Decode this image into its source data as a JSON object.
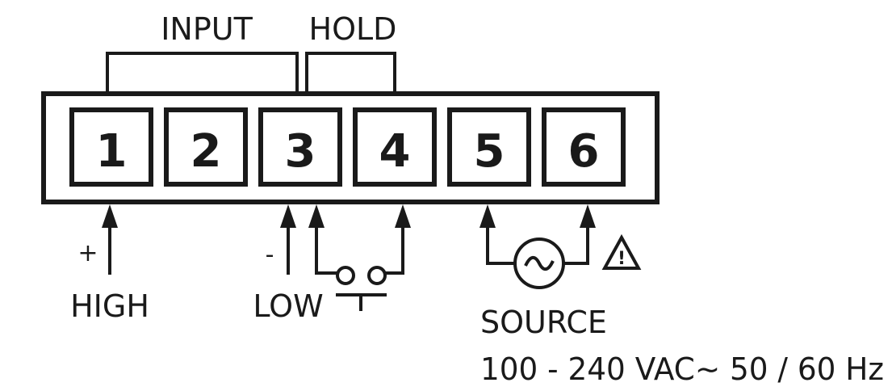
{
  "labels": {
    "input": "INPUT",
    "hold": "HOLD",
    "plus": "+",
    "minus": "-",
    "high": "HIGH",
    "low": "LOW",
    "source": "SOURCE",
    "source_spec": "100 - 240 VAC∼ 50 / 60 Hz"
  },
  "terminals": [
    "1",
    "2",
    "3",
    "4",
    "5",
    "6"
  ],
  "symbols": {
    "warning": "!",
    "ac_source": "~"
  }
}
